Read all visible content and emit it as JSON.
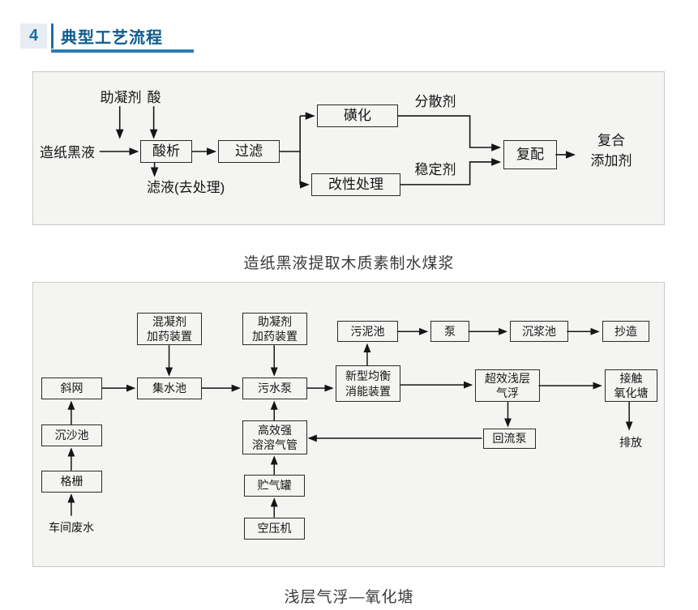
{
  "header": {
    "number": "4",
    "title": "典型工艺流程"
  },
  "diagram1": {
    "caption": "造纸黑液提取木质素制水煤浆",
    "labels": {
      "coagulant_aid": "助凝剂",
      "acid": "酸",
      "black_liquor": "造纸黑液",
      "acid_precipitation": "酸析",
      "filtration": "过滤",
      "filtrate_note": "滤液(去处理)",
      "sulfonation": "磺化",
      "modification": "改性处理",
      "dispersant": "分散剂",
      "stabilizer": "稳定剂",
      "compounding": "复配",
      "composite_additive": "复合\n添加剂"
    }
  },
  "diagram2": {
    "caption": "浅层气浮—氧化塘",
    "labels": {
      "coagulant_doser": "混凝剂\n加药装置",
      "coagulant_aid_doser": "助凝剂\n加药装置",
      "sludge_pond": "污泥池",
      "pump": "泵",
      "slurry_settling_pond": "沉浆池",
      "papermaking": "抄造",
      "inclined_screen": "斜网",
      "collecting_pond": "集水池",
      "sewage_pump": "污水泵",
      "energy_dissipation_device": "新型均衡\n消能装置",
      "shallow_air_flotation": "超效浅层\n气浮",
      "contact_oxidation_pond": "接触\n氧化塘",
      "sand_settling_pond": "沉沙池",
      "dissolved_air_unit": "高效强\n溶溶气管",
      "return_pump": "回流泵",
      "grille": "格栅",
      "air_storage_tank": "贮气罐",
      "air_compressor": "空压机",
      "workshop_wastewater": "车间废水",
      "discharge": "排放"
    }
  }
}
